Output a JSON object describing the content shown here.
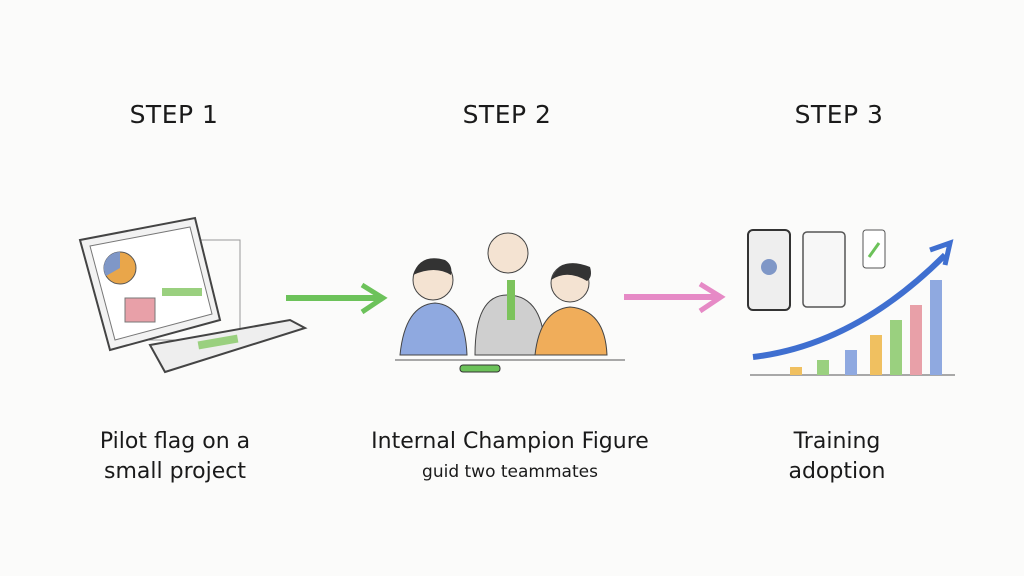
{
  "steps": [
    {
      "title": "STEP 1",
      "caption_line1": "Pilot flag on a",
      "caption_line2": "small project"
    },
    {
      "title": "STEP 2",
      "caption_line1": "Internal Champion Figure",
      "caption_line2": "guid two teammates"
    },
    {
      "title": "STEP 3",
      "caption_line1": "Training",
      "caption_line2": "adoption"
    }
  ],
  "colors": {
    "arrow1": "#6cc25a",
    "arrow2": "#e68ac6",
    "growth_arrow": "#3f6fd0"
  }
}
